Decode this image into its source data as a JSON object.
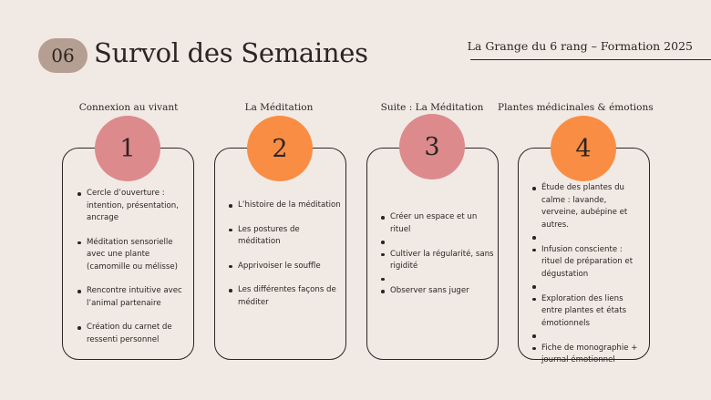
{
  "header": {
    "number": "06",
    "title": "Survol des Semaines",
    "subtitle": "La Grange du 6 rang – Formation 2025"
  },
  "columns": [
    {
      "heading": "Connexion au vivant",
      "number": "1",
      "circle_color": "#dd8a8c",
      "items": [
        "Cercle d’ouverture : intention, présentation, ancrage",
        "Méditation sensorielle avec une plante (camomille ou mélisse)",
        "Rencontre intuitive avec l’animal partenaire",
        "Création du carnet de ressenti personnel"
      ]
    },
    {
      "heading": "La Méditation",
      "number": "2",
      "circle_color": "#f98d43",
      "items": [
        "L’histoire de la méditation",
        " Les postures de méditation",
        "Apprivoiser le souffle",
        "Les différentes façons de méditer"
      ]
    },
    {
      "heading": "Suite : La Méditation",
      "number": "3",
      "circle_color": "#dd8a8c",
      "items": [
        "Créer un espace et un rituel",
        "",
        "Cultiver la régularité, sans rigidité",
        "",
        "Observer sans juger"
      ]
    },
    {
      "heading": "Plantes médicinales & émotions",
      "number": "4",
      "circle_color": "#f98d43",
      "items": [
        "Étude des plantes du calme : lavande, verveine, aubépine et autres.",
        "",
        "Infusion consciente : rituel de préparation et dégustation",
        "",
        "Exploration des liens entre plantes et états émotionnels",
        "",
        "Fiche de monographie + journal émotionnel"
      ]
    }
  ]
}
